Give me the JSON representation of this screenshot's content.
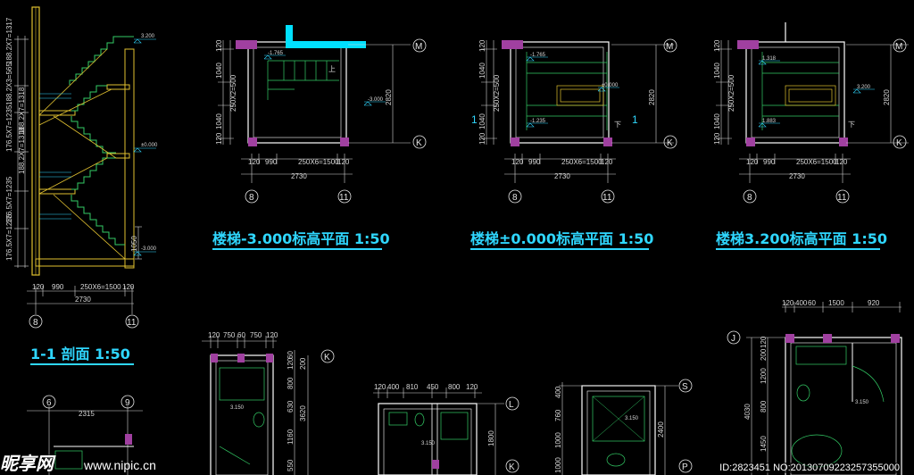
{
  "colors": {
    "background": "#000000",
    "wall": "#ffffff",
    "stair": "#33cc66",
    "dim": "#d8d8d8",
    "accent": "#2fd7ff",
    "column": "#a040a0",
    "section_wall": "#e0c030"
  },
  "titles": {
    "plan_a": "楼梯-3.000标高平面 1:50",
    "plan_b": "楼梯±0.000标高平面 1:50",
    "plan_c": "楼梯3.200标高平面 1:50",
    "section": "1-1 剖面  1:50"
  },
  "axes": {
    "plan_right_top": "M",
    "plan_right_bottom": "K",
    "plan_left": "8",
    "plan_right": "11",
    "lower_a_left": "6",
    "lower_a_right": "9",
    "lower_b": "K",
    "lower_c_top": "L",
    "lower_c_bottom": "K",
    "lower_d_top": "S",
    "lower_d_bottom": "P",
    "lower_e": "J"
  },
  "dims": {
    "plan_bottom": [
      "120",
      "990",
      "250X6=1500",
      "120"
    ],
    "plan_total": "2730",
    "plan_left_v": [
      "120",
      "1040",
      "250X2=500",
      "1040",
      "120"
    ],
    "plan_right_v": "2820",
    "section_left": [
      "188.2X7=1317",
      "188.2X3=565",
      "188.2X7=1318",
      "176.5X7=1235",
      "188.2X7=1318",
      "176.5X7=1235",
      "176.5X7=1235"
    ],
    "section_right": "1050",
    "lower_b_top": [
      "120",
      "750",
      "60",
      "750",
      "120"
    ],
    "lower_b_right": [
      "200",
      "60",
      "120",
      "800",
      "630",
      "1160",
      "550",
      "3620"
    ],
    "lower_c_top": [
      "120",
      "400",
      "810",
      "450",
      "800",
      "120"
    ],
    "lower_c_right": "1800",
    "lower_d_left": [
      "400",
      "760",
      "1000",
      "1000"
    ],
    "lower_d_right": "2400",
    "lower_e_top": [
      "120",
      "400",
      "60",
      "1500",
      "920"
    ],
    "lower_e_left": [
      "120",
      "200",
      "1200",
      "800",
      "4030",
      "1450"
    ],
    "lower_a_top": "2315"
  },
  "levels": {
    "section": [
      "3.200",
      "±0.000",
      "-3.000"
    ],
    "plan_a": [
      "-1.765",
      "-3.000"
    ],
    "plan_b": [
      "-1.765",
      "±0.000",
      "-1.235"
    ],
    "plan_c": [
      "1.318",
      "3.200",
      "1.883"
    ],
    "lower_b": "3.150",
    "lower_c": "3.150",
    "lower_d": "3.150",
    "lower_e": "3.150"
  },
  "marks": {
    "up": "上",
    "down": "下",
    "cut": "1"
  },
  "watermark": {
    "brand": "昵享网",
    "url": "www.nipic.cn",
    "id": "ID:2823451 NO:20130709223257355000"
  }
}
